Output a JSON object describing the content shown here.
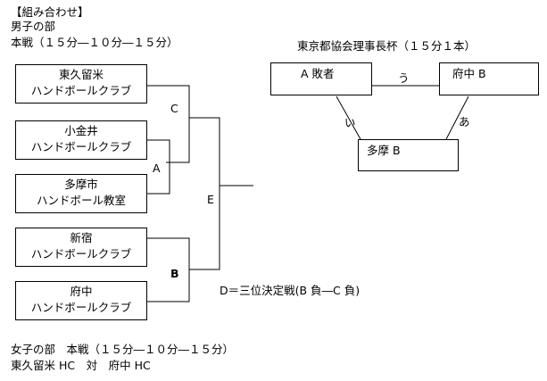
{
  "header": {
    "title": "【組み合わせ】",
    "division": "男子の部",
    "main_format": "本戦（１５分―１０分―１５分）"
  },
  "bracket": {
    "teams": [
      {
        "line1": "東久留米",
        "line2": "ハンドボールクラブ"
      },
      {
        "line1": "小金井",
        "line2": "ハンドボールクラブ"
      },
      {
        "line1": "多摩市",
        "line2": "ハンドボール教室"
      },
      {
        "line1": "新宿",
        "line2": "ハンドボールクラブ"
      },
      {
        "line1": "府中",
        "line2": "ハンドボールクラブ"
      }
    ],
    "match_labels": {
      "a": "A",
      "b": "B",
      "c": "C",
      "e": "E"
    },
    "note": "D＝三位決定戦(B 負―C 負)"
  },
  "cup": {
    "title": "東京都協会理事長杯（１５分１本）",
    "nodes": {
      "left": "A 敗者",
      "right": "府中 B",
      "bottom": "多摩 B"
    },
    "edges": {
      "top": "う",
      "left": "い",
      "right": "あ"
    }
  },
  "women": {
    "line1": "女子の部　本戦（１５分―１０分―１５分）",
    "line2": "東久留米 HC　対　府中 HC"
  }
}
